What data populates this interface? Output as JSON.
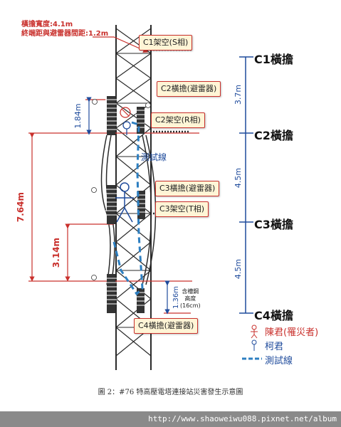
{
  "top_labels": {
    "crossarm_width": "橫擔寬度:4.1m",
    "terminal_distance": "終端距與避雷器間距:1.2m"
  },
  "tags": {
    "c1_overhead_s": "C1架空(S相)",
    "c2_crossarm_arrester": "C2橫擔(避雷器)",
    "c2_overhead_r": "C2架空(R相)",
    "c3_crossarm_arrester": "C3橫擔(避雷器)",
    "c3_overhead_t": "C3架空(T相)",
    "c4_crossarm_arrester": "C4橫擔(避雷器)"
  },
  "levels": {
    "c1": "C1橫擔",
    "c2": "C2橫擔",
    "c3": "C3橫擔",
    "c4": "C4橫擔"
  },
  "dimensions": {
    "d_3_7": "3.7m",
    "d_4_5_a": "4.5m",
    "d_4_5_b": "4.5m",
    "d_1_84": "1.84m",
    "d_7_64": "7.64m",
    "d_3_14": "3.14m",
    "d_1_36": "1.36m"
  },
  "test_line_label": "測試線",
  "note": {
    "line1": "含槽鋼",
    "line2": "高度",
    "line3": "(16cm)"
  },
  "legend": {
    "victim": "陳君(罹災者)",
    "ke": "柯君",
    "test_line": "測試線"
  },
  "caption": "圖 2：#76 特高壓電塔連接站災害發生示意圖",
  "url": "http://www.shaoweiwu088.pixnet.net/album",
  "colors": {
    "red": "#c9302c",
    "blue": "#1f4b9c",
    "tower": "#2a2a2a"
  }
}
